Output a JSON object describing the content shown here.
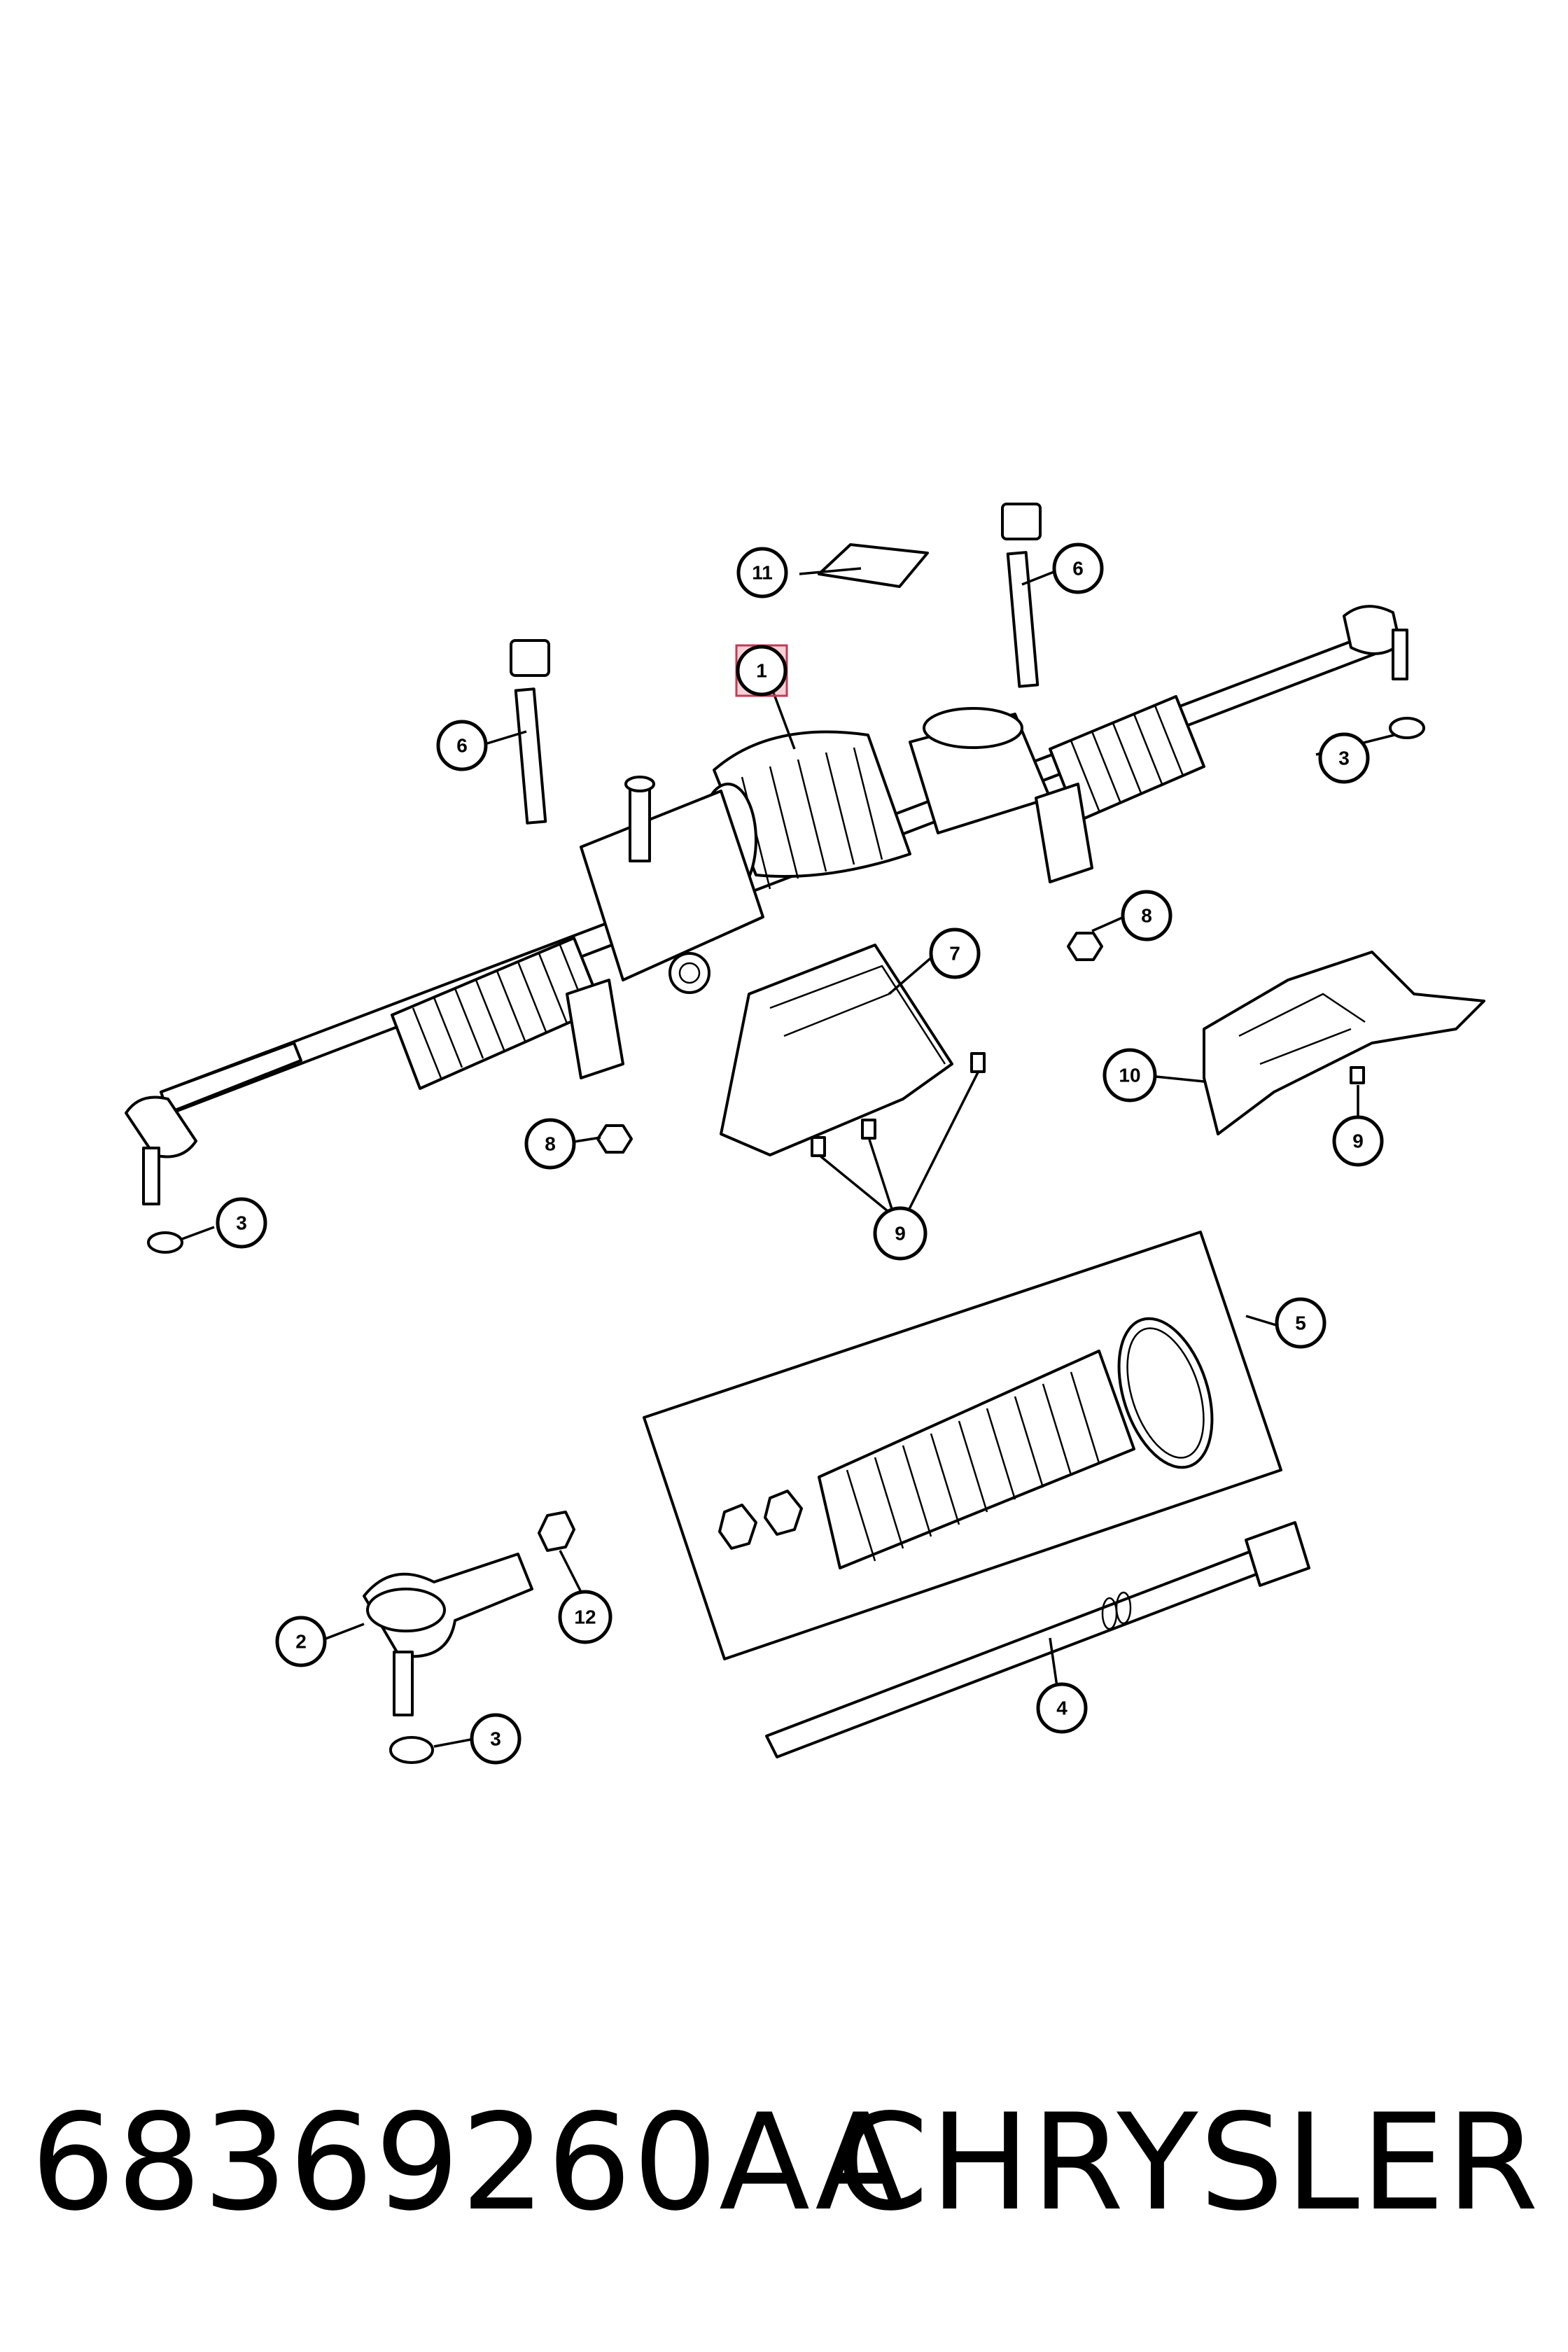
{
  "callouts": [
    "1",
    "2",
    "3",
    "4",
    "5",
    "6",
    "7",
    "8",
    "9",
    "10",
    "11",
    "12"
  ],
  "highlighted_callout": "1",
  "footer": {
    "part_number": "68369260AA",
    "brand": "CHRYSLER"
  },
  "colors": {
    "line": "#000000",
    "background": "#ffffff",
    "highlight": "#c23a55"
  }
}
